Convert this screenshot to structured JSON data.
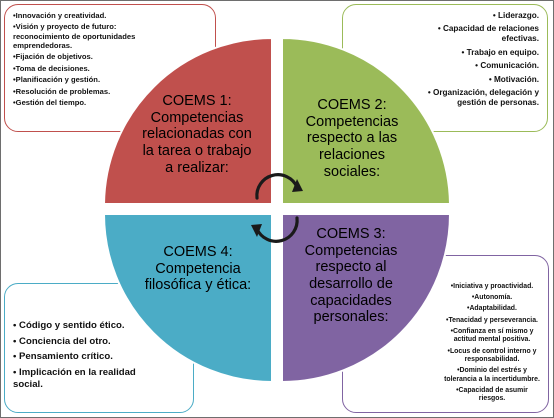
{
  "quadrants": {
    "q1": {
      "title": "COEMS 1:",
      "text": "Competencias relacionadas con la tarea o trabajo a realizar:",
      "color": "#c0504d",
      "items": [
        "•Innovación y creatividad.",
        "•Visión y proyecto de futuro: reconocimiento de oportunidades emprendedoras.",
        "•Fijación de objetivos.",
        "•Toma de decisiones.",
        "•Planificación y gestión.",
        "•Resolución de problemas.",
        "•Gestión del tiempo."
      ]
    },
    "q2": {
      "title": "COEMS 2:",
      "text": "Competencias respecto a las relaciones sociales:",
      "color": "#9bbb59",
      "items": [
        "• Liderazgo.",
        "• Capacidad de relaciones efectivas.",
        "• Trabajo en equipo.",
        "• Comunicación.",
        "• Motivación.",
        "• Organización, delegación y gestión de personas."
      ]
    },
    "q3": {
      "title": "COEMS 3:",
      "text": "Competencias respecto al desarrollo de capacidades personales:",
      "color": "#8064a2",
      "items": [
        "•Iniciativa y proactividad.",
        "•Autonomía.",
        "•Adaptabilidad.",
        "•Tenacidad y perseverancia.",
        "•Confianza en sí mismo y actitud mental positiva.",
        "•Locus de control interno y responsabilidad.",
        "•Dominio del estrés y tolerancia a la incertidumbre.",
        "•Capacidad de asumir riesgos."
      ]
    },
    "q4": {
      "title": "COEMS 4:",
      "text": "Competencia filosófica y ética:",
      "color": "#4bacc6",
      "items": [
        "• Código  y sentido ético.",
        "• Conciencia del otro.",
        "• Pensamiento crítico.",
        "• Implicación en la realidad social."
      ]
    }
  },
  "icons": {
    "center": "circular-arrows-icon"
  }
}
